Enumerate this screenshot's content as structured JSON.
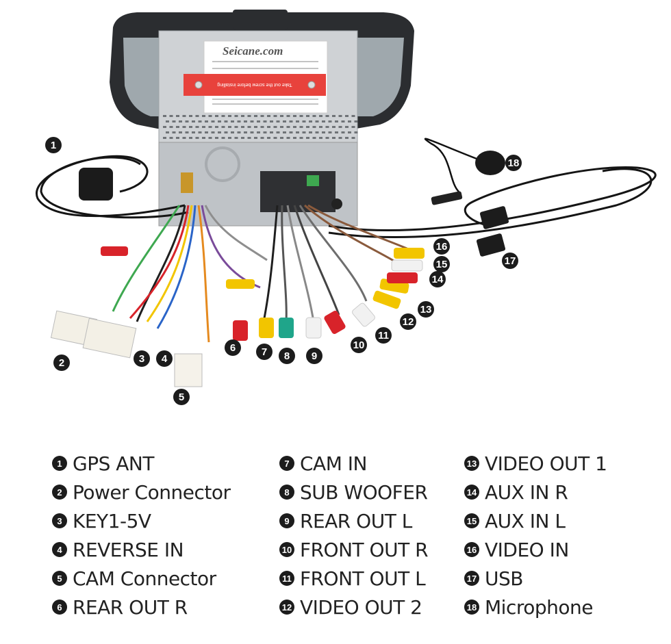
{
  "unit_label": {
    "brand": "Seicane.com",
    "warning": "Take out the screw before installing"
  },
  "colors": {
    "unit_body": "#c9ccd0",
    "bezel": "#2b2d30",
    "warning_red": "#e8423c",
    "rca_red": "#d8232a",
    "rca_yellow": "#f2c500",
    "rca_white": "#f1f1f1",
    "rca_green": "#1fa58a",
    "badge": "#1c1c1c"
  },
  "callouts": [
    {
      "n": "1",
      "label": "GPS ANT"
    },
    {
      "n": "2",
      "label": "Power Connector"
    },
    {
      "n": "3",
      "label": "KEY1-5V"
    },
    {
      "n": "4",
      "label": "REVERSE IN"
    },
    {
      "n": "5",
      "label": "CAM Connector"
    },
    {
      "n": "6",
      "label": "REAR OUT R"
    },
    {
      "n": "7",
      "label": "CAM IN"
    },
    {
      "n": "8",
      "label": "SUB WOOFER"
    },
    {
      "n": "9",
      "label": "REAR OUT L"
    },
    {
      "n": "10",
      "label": "FRONT OUT R"
    },
    {
      "n": "11",
      "label": "FRONT OUT L"
    },
    {
      "n": "12",
      "label": "VIDEO OUT 2"
    },
    {
      "n": "13",
      "label": "VIDEO OUT 1"
    },
    {
      "n": "14",
      "label": "AUX IN R"
    },
    {
      "n": "15",
      "label": "AUX IN L"
    },
    {
      "n": "16",
      "label": "VIDEO IN"
    },
    {
      "n": "17",
      "label": "USB"
    },
    {
      "n": "18",
      "label": "Microphone"
    }
  ]
}
